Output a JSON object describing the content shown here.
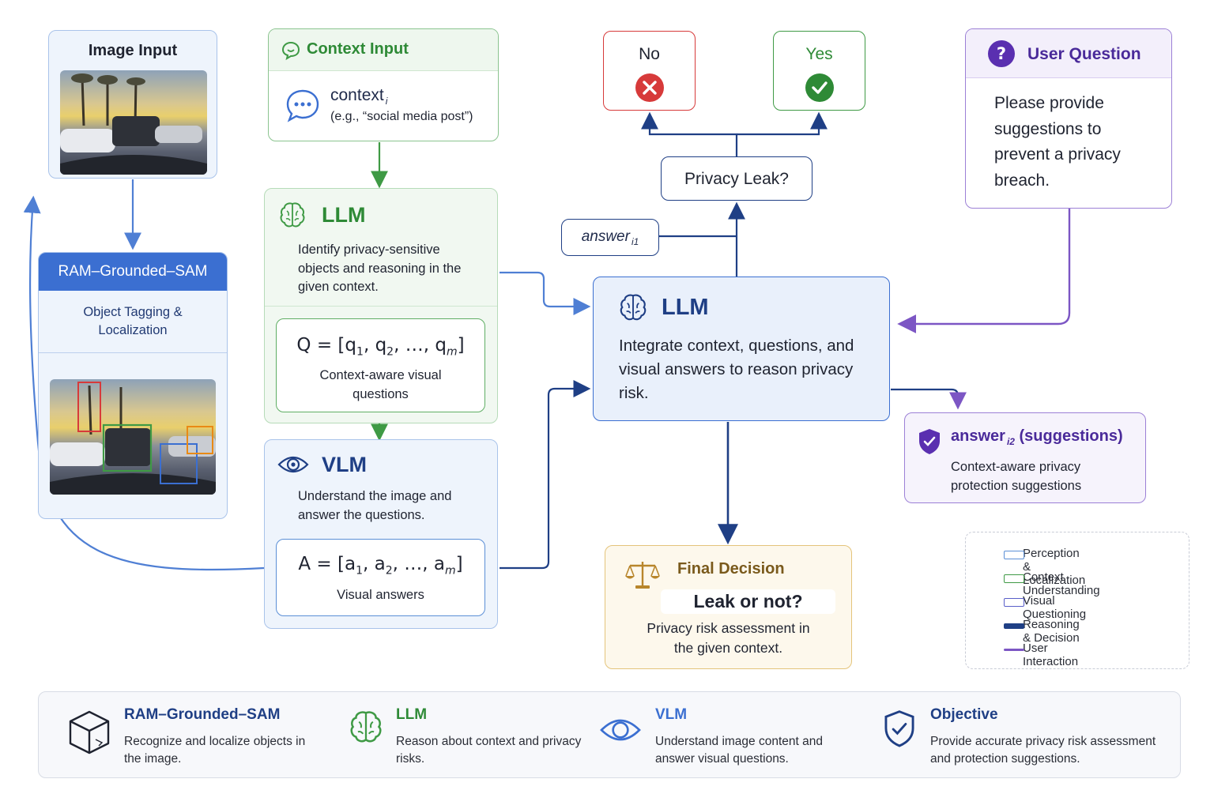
{
  "image_input": {
    "title": "Image Input"
  },
  "ram": {
    "title": "RAM–Grounded–SAM",
    "desc": "Object Tagging & Localization"
  },
  "context_input": {
    "title": "Context Input",
    "name": "context",
    "sub": "i",
    "example": "(e.g., “social media post”)"
  },
  "llm1": {
    "title": "LLM",
    "desc": "Identify privacy-sensitive objects and reasoning in the given context."
  },
  "questions": {
    "lhs": "Q",
    "symbol": "q",
    "last": "m",
    "desc": "Context-aware visual questions"
  },
  "vlm": {
    "title": "VLM",
    "desc": "Understand the image and answer the questions."
  },
  "answers": {
    "lhs": "A",
    "symbol": "a",
    "last": "m",
    "desc": "Visual answers"
  },
  "decision_no": {
    "label": "No"
  },
  "decision_yes": {
    "label": "Yes"
  },
  "privacy_leak": {
    "label": "Privacy Leak?"
  },
  "answer1": {
    "name": "answer",
    "sub": "i1"
  },
  "llm2": {
    "title": "LLM",
    "desc": "Integrate context, questions, and visual answers to reason privacy risk."
  },
  "user_question": {
    "title": "User Question",
    "text": "Please provide suggestions to prevent a privacy breach."
  },
  "answer2": {
    "name": "answer",
    "sub": "i2",
    "suffix": "(suggestions)",
    "desc": "Context-aware privacy protection suggestions"
  },
  "final_decision": {
    "title": "Final Decision",
    "question": "Leak or not?",
    "desc": "Privacy risk assessment in the given context."
  },
  "legend": [
    {
      "label": "Perception & Localization",
      "color": "#5b8fd6"
    },
    {
      "label": "Context Understanding",
      "color": "#3f9a45"
    },
    {
      "label": "Visual Questioning",
      "color": "#5a5fc9"
    },
    {
      "label": "Reasoning & Decision",
      "color": "#1f3f85"
    },
    {
      "label": "User Interaction",
      "color": "#7c56c4"
    }
  ],
  "bottom": [
    {
      "title": "RAM–Grounded–SAM",
      "desc": "Recognize and localize objects in the image.",
      "icon": "cube-icon"
    },
    {
      "title": "LLM",
      "desc": "Reason about context and privacy risks.",
      "icon": "brain-icon"
    },
    {
      "title": "VLM",
      "desc": "Understand image content and answer visual questions.",
      "icon": "eye-icon"
    },
    {
      "title": "Objective",
      "desc": "Provide accurate privacy risk assessment and protection suggestions.",
      "icon": "shield-icon"
    }
  ],
  "colors": {
    "blue": "#3b6fd1",
    "green": "#3f9a45",
    "navy": "#1f3f85",
    "purple": "#7c56c4",
    "red": "#d73a3a",
    "gold": "#b8862c"
  }
}
